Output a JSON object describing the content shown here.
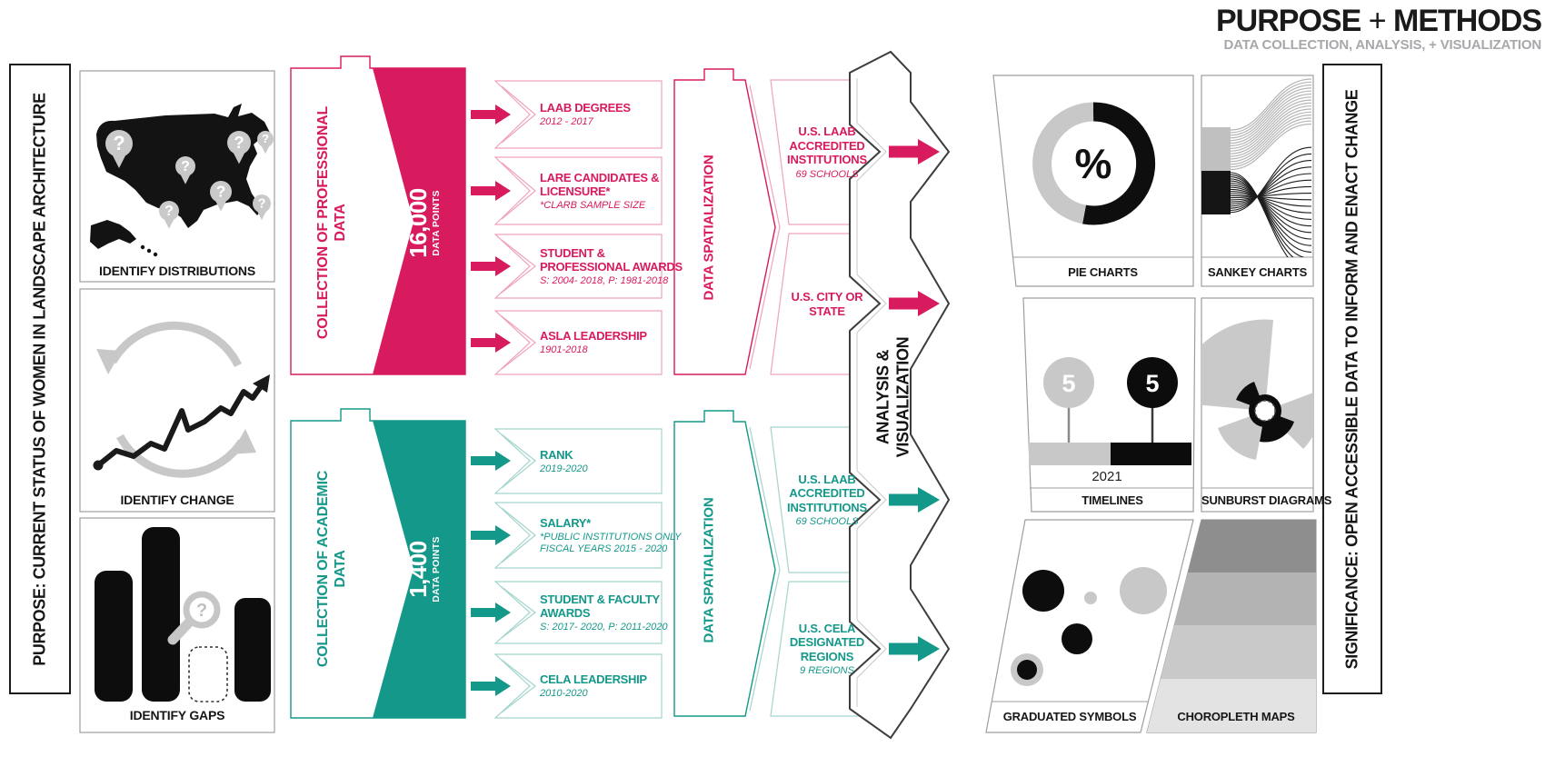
{
  "header": {
    "title_left": "PURPOSE",
    "title_plus": " + ",
    "title_right": "METHODS",
    "subtitle": "DATA COLLECTION, ANALYSIS, + VISUALIZATION"
  },
  "side_bars": {
    "left": "PURPOSE: CURRENT STATUS OF WOMEN IN LANDSCAPE ARCHITECTURE",
    "right": "SIGNIFICANCE: OPEN ACCESSIBLE DATA TO INFORM AND ENACT CHANGE"
  },
  "purpose_boxes": [
    {
      "label": "IDENTIFY DISTRIBUTIONS",
      "icon": "us-map-question-pins-icon"
    },
    {
      "label": "IDENTIFY CHANGE",
      "icon": "trend-cycle-icon"
    },
    {
      "label": "IDENTIFY GAPS",
      "icon": "bar-gap-magnifier-icon"
    }
  ],
  "icons": {
    "question_mark": "?"
  },
  "professional": {
    "accent": "#d81a5f",
    "collection_label": "COLLECTION OF PROFESSIONAL\nDATA",
    "data_points_value": "16,000",
    "data_points_caption": "DATA POINTS",
    "datasets": [
      {
        "title": "LAAB DEGREES",
        "subtitle": "2012 - 2017"
      },
      {
        "title": "LARE CANDIDATES &\nLICENSURE*",
        "subtitle": "*CLARB SAMPLE SIZE"
      },
      {
        "title": "STUDENT &\nPROFESSIONAL AWARDS",
        "subtitle": "S: 2004- 2018, P: 1981-2018"
      },
      {
        "title": "ASLA LEADERSHIP",
        "subtitle": "1901-2018"
      }
    ],
    "spatialization_label": "DATA SPATIALIZATION",
    "spatial_units": [
      {
        "title": "U.S. LAAB\nACCREDITED\nINSTITUTIONS",
        "subtitle": "69 SCHOOLS"
      },
      {
        "title": "U.S. CITY OR\nSTATE",
        "subtitle": ""
      }
    ]
  },
  "academic": {
    "accent": "#14988a",
    "collection_label": "COLLECTION OF ACADEMIC\nDATA",
    "data_points_value": "1,400",
    "data_points_caption": "DATA POINTS",
    "datasets": [
      {
        "title": "RANK",
        "subtitle": "2019-2020"
      },
      {
        "title": "SALARY*",
        "subtitle": "*PUBLIC INSTITUTIONS ONLY\nFISCAL YEARS 2015 - 2020"
      },
      {
        "title": "STUDENT & FACULTY\nAWARDS",
        "subtitle": "S: 2017- 2020, P: 2011-2020"
      },
      {
        "title": "CELA LEADERSHIP",
        "subtitle": "2010-2020"
      }
    ],
    "spatialization_label": "DATA SPATIALIZATION",
    "spatial_units": [
      {
        "title": "U.S. LAAB\nACCREDITED\nINSTITUTIONS",
        "subtitle": "69 SCHOOLS"
      },
      {
        "title": "U.S. CELA\nDESIGNATED\nREGIONS",
        "subtitle": "9 REGIONS"
      }
    ]
  },
  "analysis_banner": {
    "text": "ANALYSIS &\nVISUALIZATION"
  },
  "visualizations": [
    {
      "label": "PIE CHARTS",
      "icon": "donut-chart-icon",
      "center_symbol": "%"
    },
    {
      "label": "SANKEY CHARTS",
      "icon": "sankey-flow-icon"
    },
    {
      "label": "TIMELINES",
      "icon": "timeline-icon",
      "markers": [
        "5",
        "5"
      ],
      "year": "2021"
    },
    {
      "label": "SUNBURST DIAGRAMS",
      "icon": "sunburst-icon"
    },
    {
      "label": "GRADUATED SYMBOLS",
      "icon": "graduated-symbols-icon"
    },
    {
      "label": "CHOROPLETH MAPS",
      "icon": "choropleth-icon"
    }
  ],
  "colors": {
    "professional_pink": "#d81a5f",
    "professional_pink_light": "#f0a3ba",
    "academic_teal": "#14988a",
    "academic_teal_light": "#a3d5ce",
    "icon_gray": "#c7c7c7",
    "subtitle_gray": "#a6a8ab",
    "ink": "#111111"
  }
}
